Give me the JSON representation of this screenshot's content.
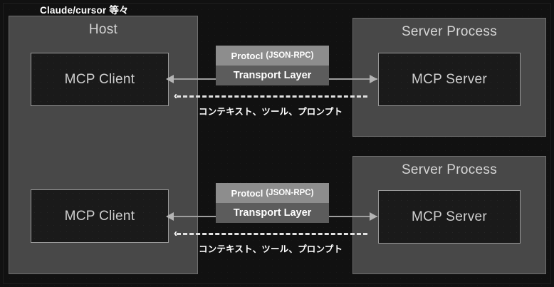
{
  "diagram": {
    "title": "Claude/cursor 等々",
    "host": {
      "label": "Host",
      "clients": [
        {
          "label": "MCP Client"
        },
        {
          "label": "MCP Client"
        }
      ]
    },
    "servers": [
      {
        "label": "Server Process",
        "node_label": "MCP Server"
      },
      {
        "label": "Server Process",
        "node_label": "MCP Server"
      }
    ],
    "connections": [
      {
        "protocol_label": "Protocl",
        "protocol_detail": "(JSON-RPC)",
        "transport_label": "Transport Layer",
        "return_label": "コンテキスト、ツール、プロンプト",
        "chevron": "‹"
      },
      {
        "protocol_label": "Protocl",
        "protocol_detail": "(JSON-RPC)",
        "transport_label": "Transport Layer",
        "return_label": "コンテキスト、ツール、プロンプト",
        "chevron": "‹"
      }
    ],
    "colors": {
      "background": "#111111",
      "container_fill": "#484848",
      "container_border": "#6e6e6e",
      "node_fill": "#1a1a1a",
      "node_border": "#9a9a9a",
      "protocol_upper": "#8d8d8d",
      "protocol_lower": "#5c5c5c",
      "line": "#9e9e9e",
      "dashed_line": "#e2e2e2",
      "text_primary": "#ffffff",
      "text_muted": "#cfcfcf"
    }
  }
}
